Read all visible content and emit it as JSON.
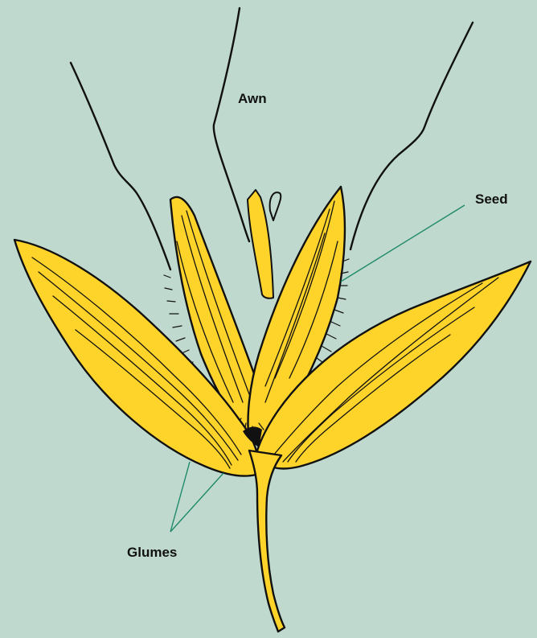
{
  "labels": {
    "awn": "Awn",
    "seed": "Seed",
    "glumes": "Glumes"
  },
  "colors": {
    "background": "#bfd9ce",
    "petal_fill": "#ffd42a",
    "outline": "#111111",
    "leader_line": "#1f8a6a"
  }
}
